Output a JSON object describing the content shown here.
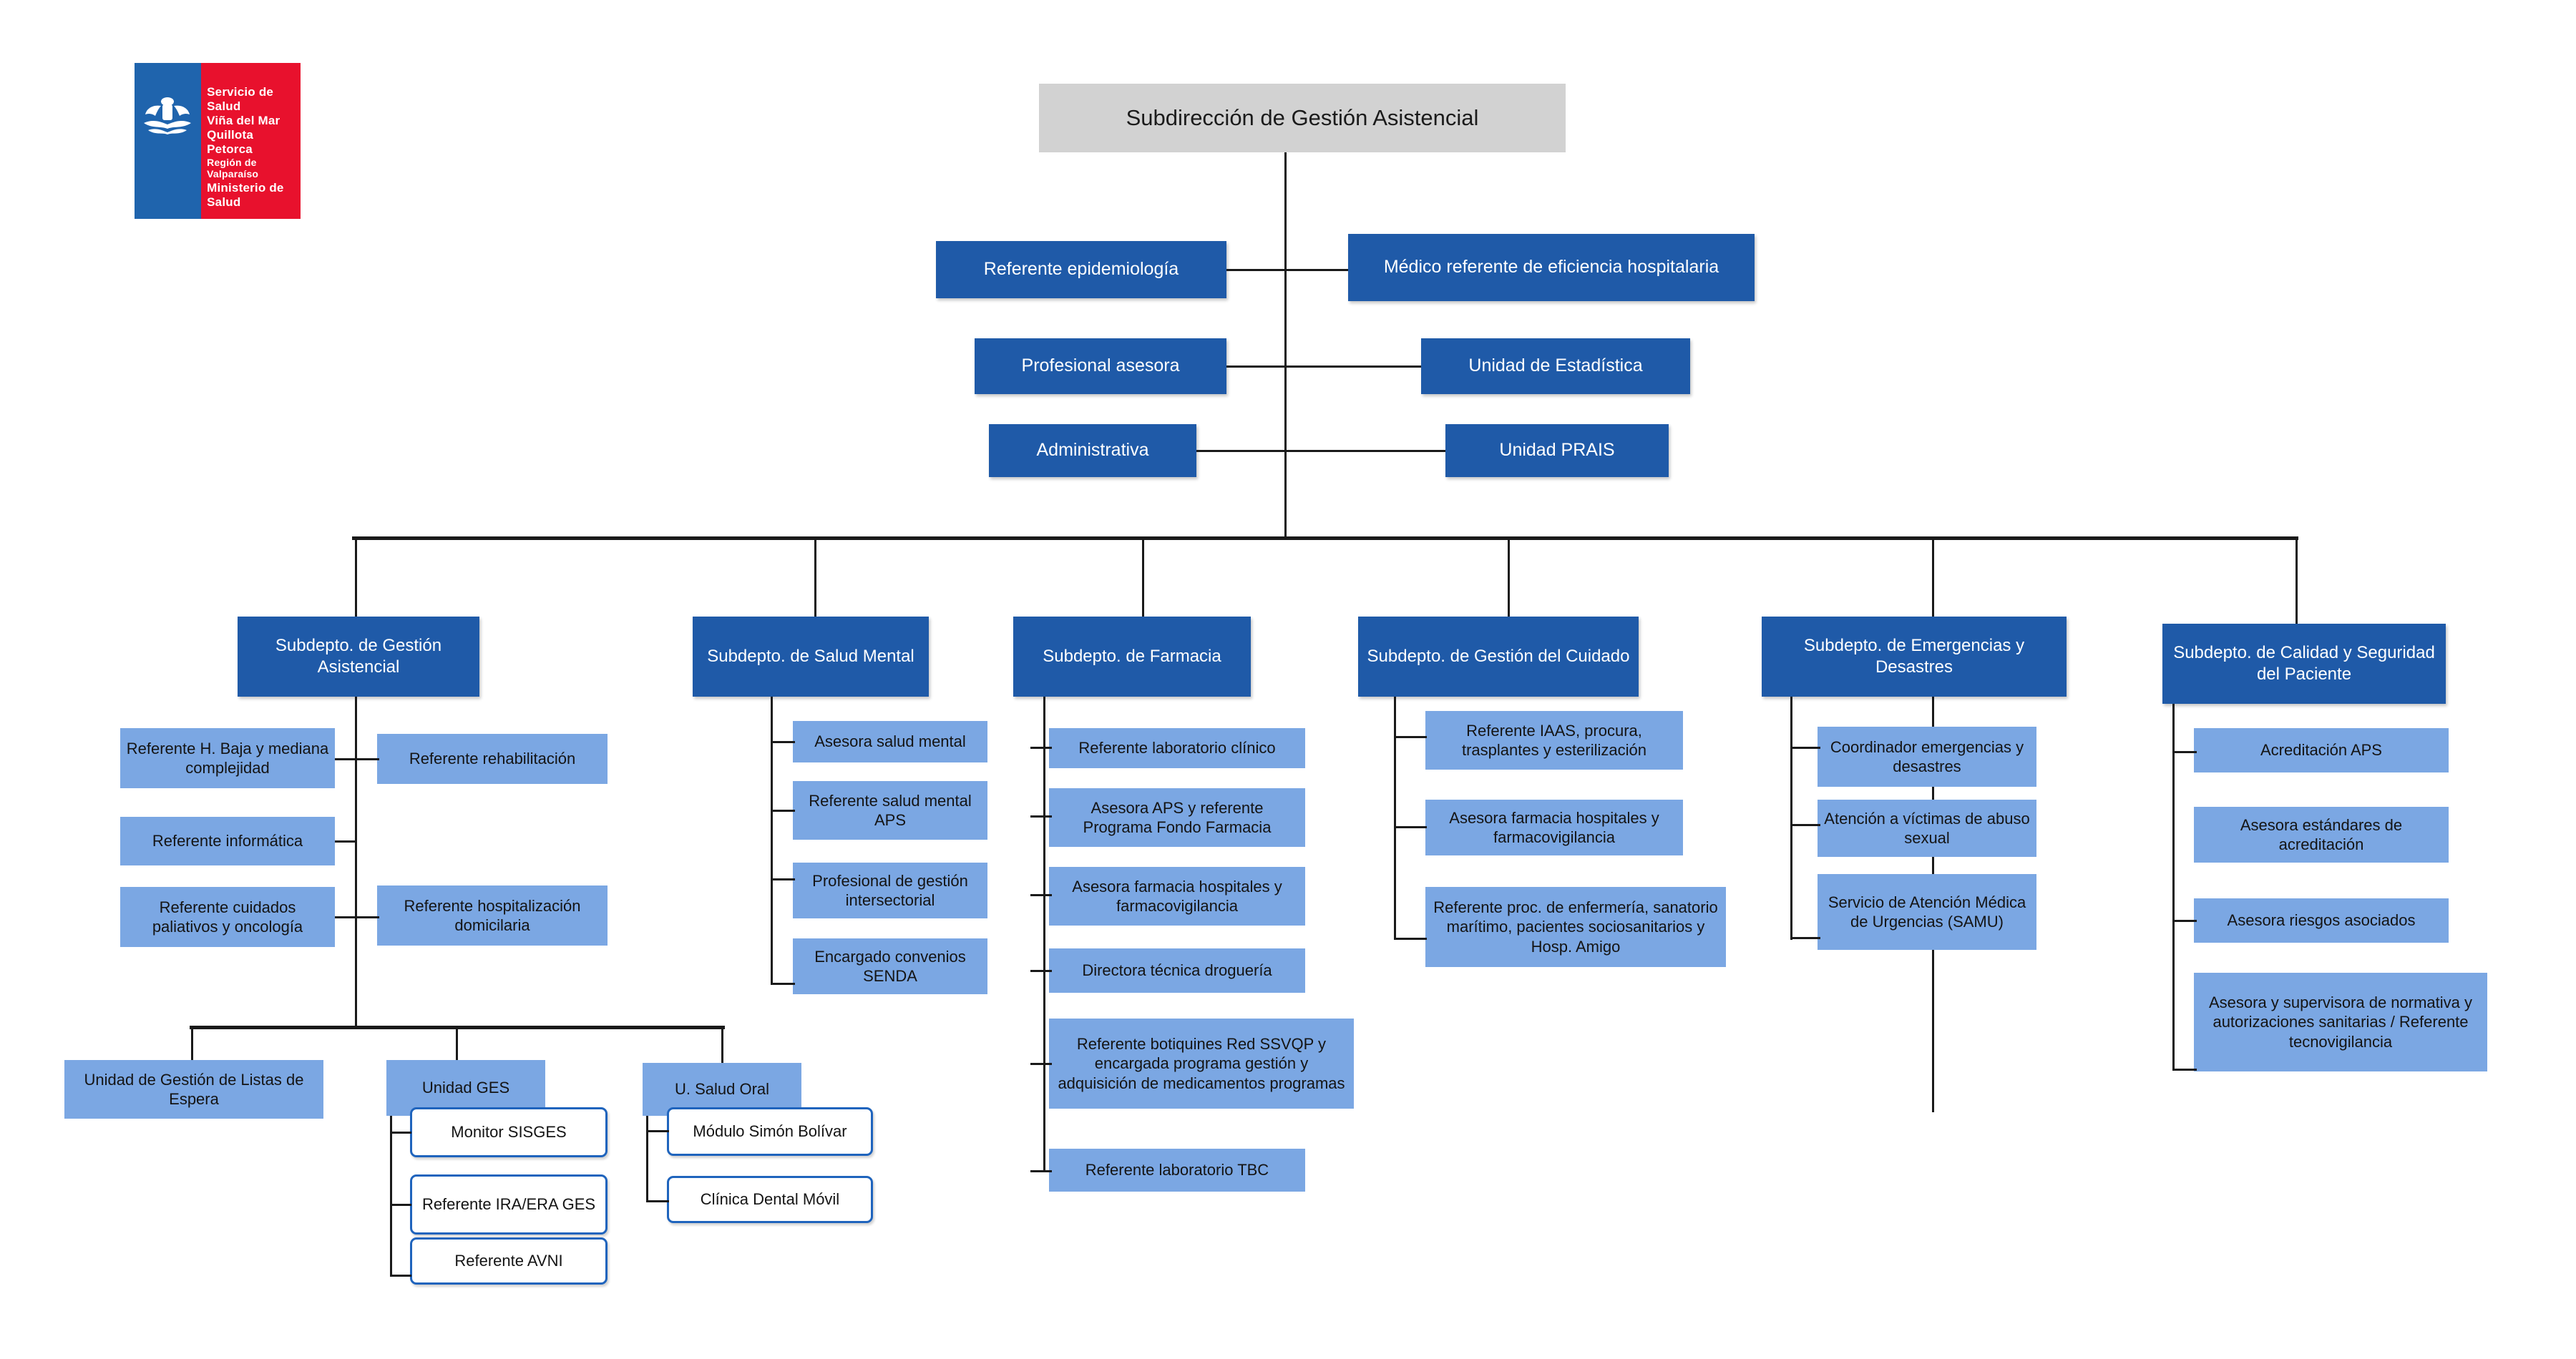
{
  "logo": {
    "name": "minsal-ssvqp-logo",
    "line1": "Servicio de Salud",
    "line2": "Viña del Mar",
    "line3": "Quillota Petorca",
    "line4": "Región de Valparaíso",
    "footer": "Ministerio de Salud",
    "colors": {
      "blue": "#1f64ad",
      "red": "#e8112d"
    }
  },
  "colors": {
    "root_box": "#d2d2d2",
    "dark_blue": "#1f5aa8",
    "light_blue": "#7ba7e3",
    "white_box_border": "#1f64bd",
    "connector": "#1a1a1a"
  },
  "chart_data": {
    "type": "org-chart",
    "title": "Subdirección de Gestión Asistencial",
    "root": {
      "label": "Subdirección de Gestión Asistencial",
      "style": "grey"
    },
    "staff_left": [
      {
        "label": "Referente epidemiología"
      },
      {
        "label": "Profesional asesora"
      },
      {
        "label": "Administrativa"
      }
    ],
    "staff_right": [
      {
        "label": "Médico referente de eficiencia hospitalaria"
      },
      {
        "label": "Unidad de Estadística"
      },
      {
        "label": "Unidad PRAIS"
      }
    ],
    "departments": [
      {
        "label": "Subdepto. de Gestión Asistencial",
        "children_left": [
          "Referente H. Baja y mediana complejidad",
          "Referente informática",
          "Referente cuidados paliativos y oncología"
        ],
        "children_right": [
          "Referente rehabilitación",
          "Referente hospitalización domicilaria"
        ],
        "units": [
          {
            "label": "Unidad de Gestión de Listas de Espera",
            "children": []
          },
          {
            "label": "Unidad GES",
            "children": [
              "Monitor SISGES",
              "Referente IRA/ERA GES",
              "Referente AVNI"
            ]
          },
          {
            "label": "U. Salud Oral",
            "children": [
              "Módulo Simón Bolívar",
              "Clínica Dental Móvil"
            ]
          }
        ]
      },
      {
        "label": "Subdepto. de Salud Mental",
        "children": [
          "Asesora salud mental",
          "Referente salud mental APS",
          "Profesional de gestión intersectorial",
          "Encargado convenios SENDA"
        ]
      },
      {
        "label": "Subdepto. de Farmacia",
        "children": [
          "Referente laboratorio clínico",
          "Asesora APS y referente Programa Fondo Farmacia",
          "Asesora farmacia hospitales y farmacovigilancia",
          "Directora técnica droguería",
          "Referente botiquines Red SSVQP y encargada programa gestión y adquisición de medicamentos programas",
          "Referente laboratorio TBC"
        ]
      },
      {
        "label": "Subdepto. de Gestión del Cuidado",
        "children": [
          "Referente IAAS, procura, trasplantes y esterilización",
          "Asesora farmacia hospitales y farmacovigilancia",
          "Referente proc. de enfermería, sanatorio marítimo, pacientes sociosanitarios y Hosp. Amigo"
        ]
      },
      {
        "label": "Subdepto. de Emergencias y Desastres",
        "children": [
          "Coordinador emergencias y desastres",
          "Atención a víctimas de abuso sexual",
          "Servicio de Atención Médica de Urgencias (SAMU)"
        ]
      },
      {
        "label": "Subdepto. de Calidad y Seguridad del Paciente",
        "children": [
          "Acreditación APS",
          "Asesora estándares de acreditación",
          "Asesora riesgos asociados",
          "Asesora y supervisora de normativa y autorizaciones sanitarias / Referente tecnovigilancia"
        ]
      }
    ]
  }
}
